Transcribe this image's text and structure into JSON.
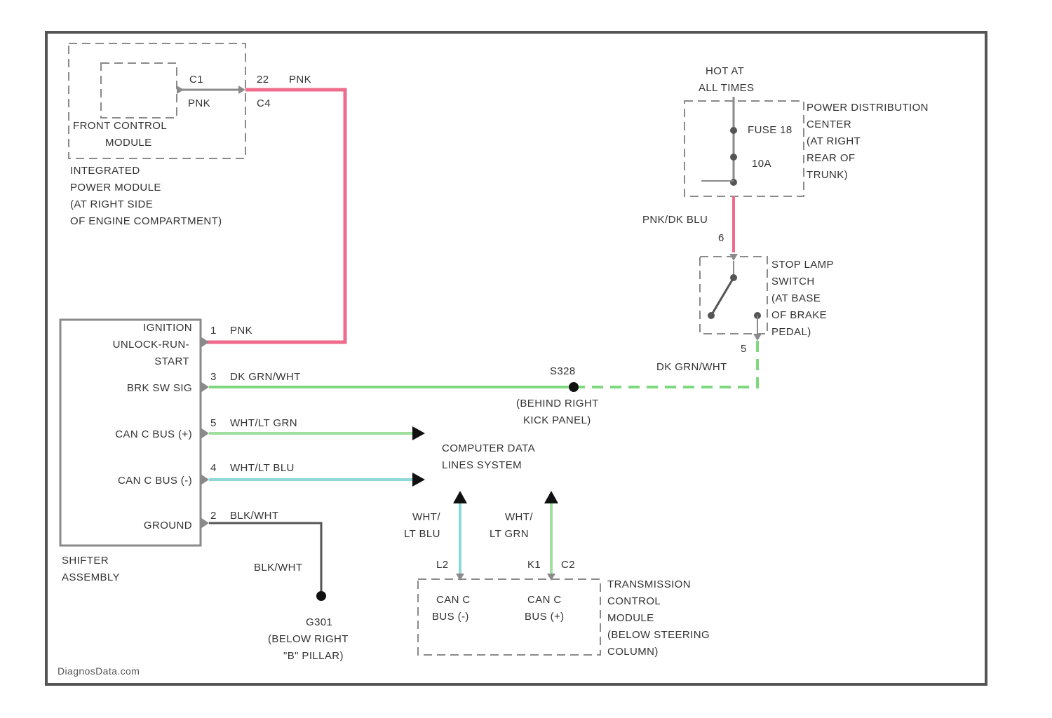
{
  "colors": {
    "frame": "#555555",
    "box": "#8a8a8a",
    "text": "#333333",
    "wire_pink": "#f06c8c",
    "wire_dk_grn": "#7ed87e",
    "wire_wht_lt_grn": "#9fe09f",
    "wire_wht_lt_blu": "#8fd8d8",
    "wire_blk": "#555555"
  },
  "front_module": {
    "label1": "FRONT CONTROL",
    "label2": "MODULE",
    "pin_c1": "C1",
    "pin_c4": "C4",
    "pin_22": "22",
    "wire_pnk_top": "PNK",
    "wire_pnk_mid": "PNK"
  },
  "ipm": {
    "line1": "INTEGRATED",
    "line2": "POWER MODULE",
    "line3": "(AT RIGHT SIDE",
    "line4": "OF ENGINE COMPARTMENT)"
  },
  "hot": {
    "line1": "HOT AT",
    "line2": "ALL TIMES"
  },
  "pdc": {
    "fuse": "FUSE 18",
    "amps": "10A",
    "line1": "POWER DISTRIBUTION",
    "line2": "CENTER",
    "line3": "(AT RIGHT",
    "line4": "REAR OF",
    "line5": "TRUNK)"
  },
  "pnk_dk_blu": {
    "label": "PNK/DK BLU",
    "pin": "6"
  },
  "stop_lamp": {
    "line1": "STOP LAMP",
    "line2": "SWITCH",
    "line3": "(AT BASE",
    "line4": "OF BRAKE",
    "line5": "PEDAL)",
    "pin": "5"
  },
  "shifter": {
    "pin1_label1": "IGNITION",
    "pin1_label2": "UNLOCK-RUN-",
    "pin1_label3": "START",
    "pin3_label": "BRK SW SIG",
    "pin5_label": "CAN C BUS (+)",
    "pin4_label": "CAN C BUS (-)",
    "pin2_label": "GROUND",
    "name1": "SHIFTER",
    "name2": "ASSEMBLY"
  },
  "wires": {
    "w1_pin": "1",
    "w1": "PNK",
    "w3_pin": "3",
    "w3": "DK GRN/WHT",
    "w5_pin": "5",
    "w5": "WHT/LT GRN",
    "w4_pin": "4",
    "w4": "WHT/LT BLU",
    "w2_pin": "2",
    "w2": "BLK/WHT",
    "ground_wire": "BLK/WHT",
    "dk_grn_right": "DK GRN/WHT"
  },
  "splice": {
    "id": "S328",
    "line1": "(BEHIND RIGHT",
    "line2": "KICK PANEL)"
  },
  "cdl": {
    "line1": "COMPUTER DATA",
    "line2": "LINES SYSTEM"
  },
  "tcm_wires": {
    "left1": "WHT/",
    "left2": "LT BLU",
    "right1": "WHT/",
    "right2": "LT GRN"
  },
  "tcm": {
    "pin_left": "L2",
    "pin_right": "K1",
    "conn": "C2",
    "bus_minus1": "CAN C",
    "bus_minus2": "BUS (-)",
    "bus_plus1": "CAN C",
    "bus_plus2": "BUS (+)",
    "line1": "TRANSMISSION",
    "line2": "CONTROL",
    "line3": "MODULE",
    "line4": "(BELOW STEERING",
    "line5": "COLUMN)"
  },
  "g301": {
    "id": "G301",
    "line1": "(BELOW RIGHT",
    "line2": "\"B\" PILLAR)"
  },
  "watermark": "DiagnosData.com"
}
